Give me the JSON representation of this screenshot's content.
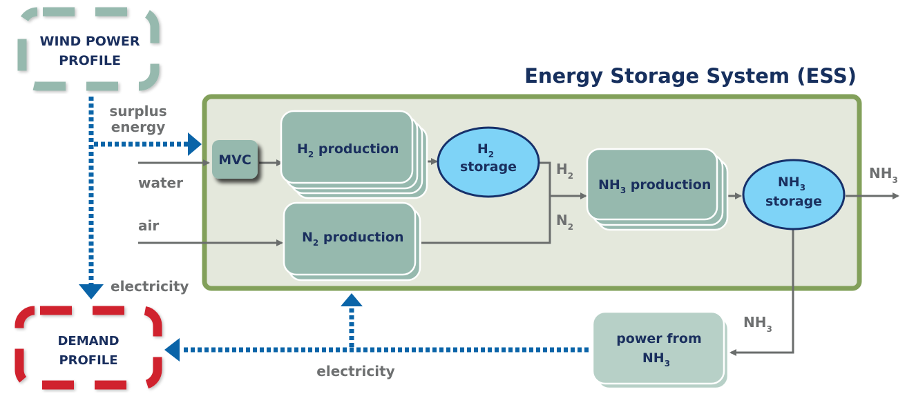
{
  "title": "Energy Storage System (ESS)",
  "colors": {
    "ess_border": "#82a05a",
    "ess_fill": "#e4e8dc",
    "process_fill": "#96b9ae",
    "process_light_fill": "#b7d0c7",
    "storage_fill": "#7ed3f7",
    "storage_border": "#16306a",
    "wind_profile": "#96b9ae",
    "demand_profile": "#d0232e",
    "electric_flow": "#0a64a8",
    "material_flow": "#6a6d6c",
    "text_navy": "#1a2f5e",
    "text_grey": "#6d6f70"
  },
  "profiles": {
    "wind": {
      "line1": "WIND POWER",
      "line2": "PROFILE"
    },
    "demand": {
      "line1": "DEMAND",
      "line2": "PROFILE"
    }
  },
  "nodes": {
    "mvc": "MVC",
    "h2_production": {
      "chem": "H",
      "sub": "2",
      "label": " production"
    },
    "h2_storage": {
      "chem": "H",
      "sub": "2",
      "label": "storage"
    },
    "n2_production": {
      "chem": "N",
      "sub": "2",
      "label": " production"
    },
    "nh3_production": {
      "chem": "NH",
      "sub": "3",
      "label": " production"
    },
    "nh3_storage": {
      "chem": "NH",
      "sub": "3",
      "label": "storage"
    },
    "power_from_nh3": {
      "label": "power from",
      "chem": "NH",
      "sub": "3"
    }
  },
  "flow_labels": {
    "surplus_line1": "surplus",
    "surplus_line2": "energy",
    "water": "water",
    "air": "air",
    "electricity_left": "electricity",
    "electricity_bottom": "electricity",
    "h2": {
      "chem": "H",
      "sub": "2"
    },
    "n2": {
      "chem": "N",
      "sub": "2"
    },
    "nh3_out": {
      "chem": "NH",
      "sub": "3"
    },
    "nh3_return": {
      "chem": "NH",
      "sub": "3"
    }
  }
}
